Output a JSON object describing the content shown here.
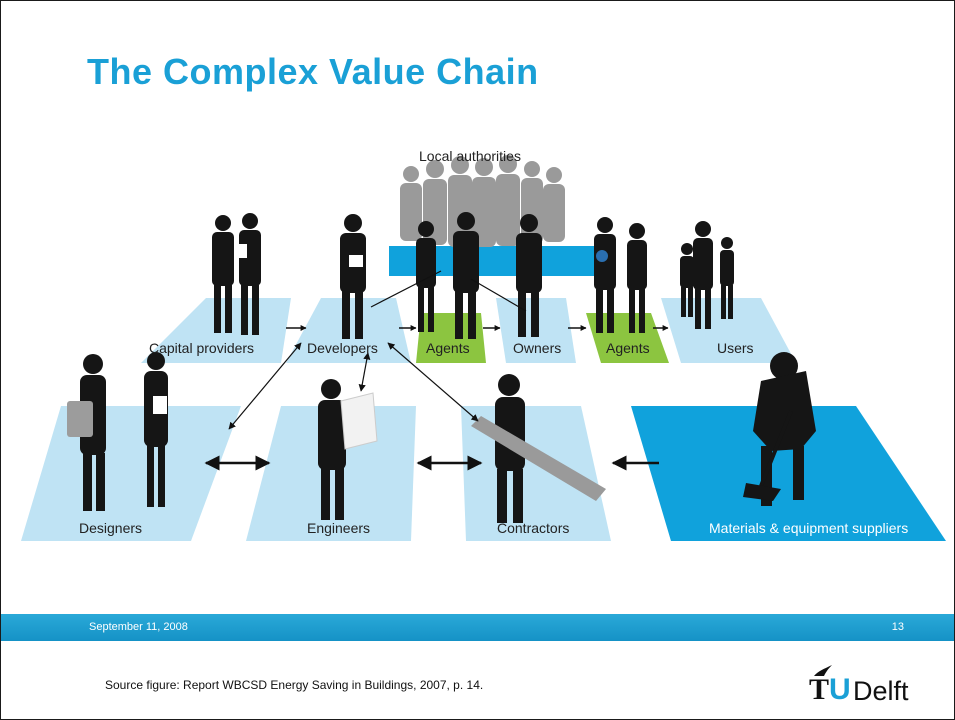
{
  "slide": {
    "title": "The Complex Value Chain",
    "footer_date": "September 11, 2008",
    "page_number": "13",
    "source": "Source figure: Report WBCSD Energy Saving in Buildings, 2007, p. 14.",
    "logo": {
      "tu": "T",
      "u": "U",
      "delft": "Delft"
    }
  },
  "diagram": {
    "top_label": "Local authorities",
    "nodes": {
      "capital_providers": "Capital providers",
      "developers": "Developers",
      "agents_1": "Agents",
      "owners": "Owners",
      "agents_2": "Agents",
      "users": "Users",
      "designers": "Designers",
      "engineers": "Engineers",
      "contractors": "Contractors",
      "suppliers": "Materials & equipment suppliers"
    }
  },
  "colors": {
    "title": "#1aa0d6",
    "tile_light": "#bfe3f4",
    "tile_bright": "#10a2dc",
    "tile_green": "#8cc540",
    "footer_bar": "#1f9fd2"
  }
}
